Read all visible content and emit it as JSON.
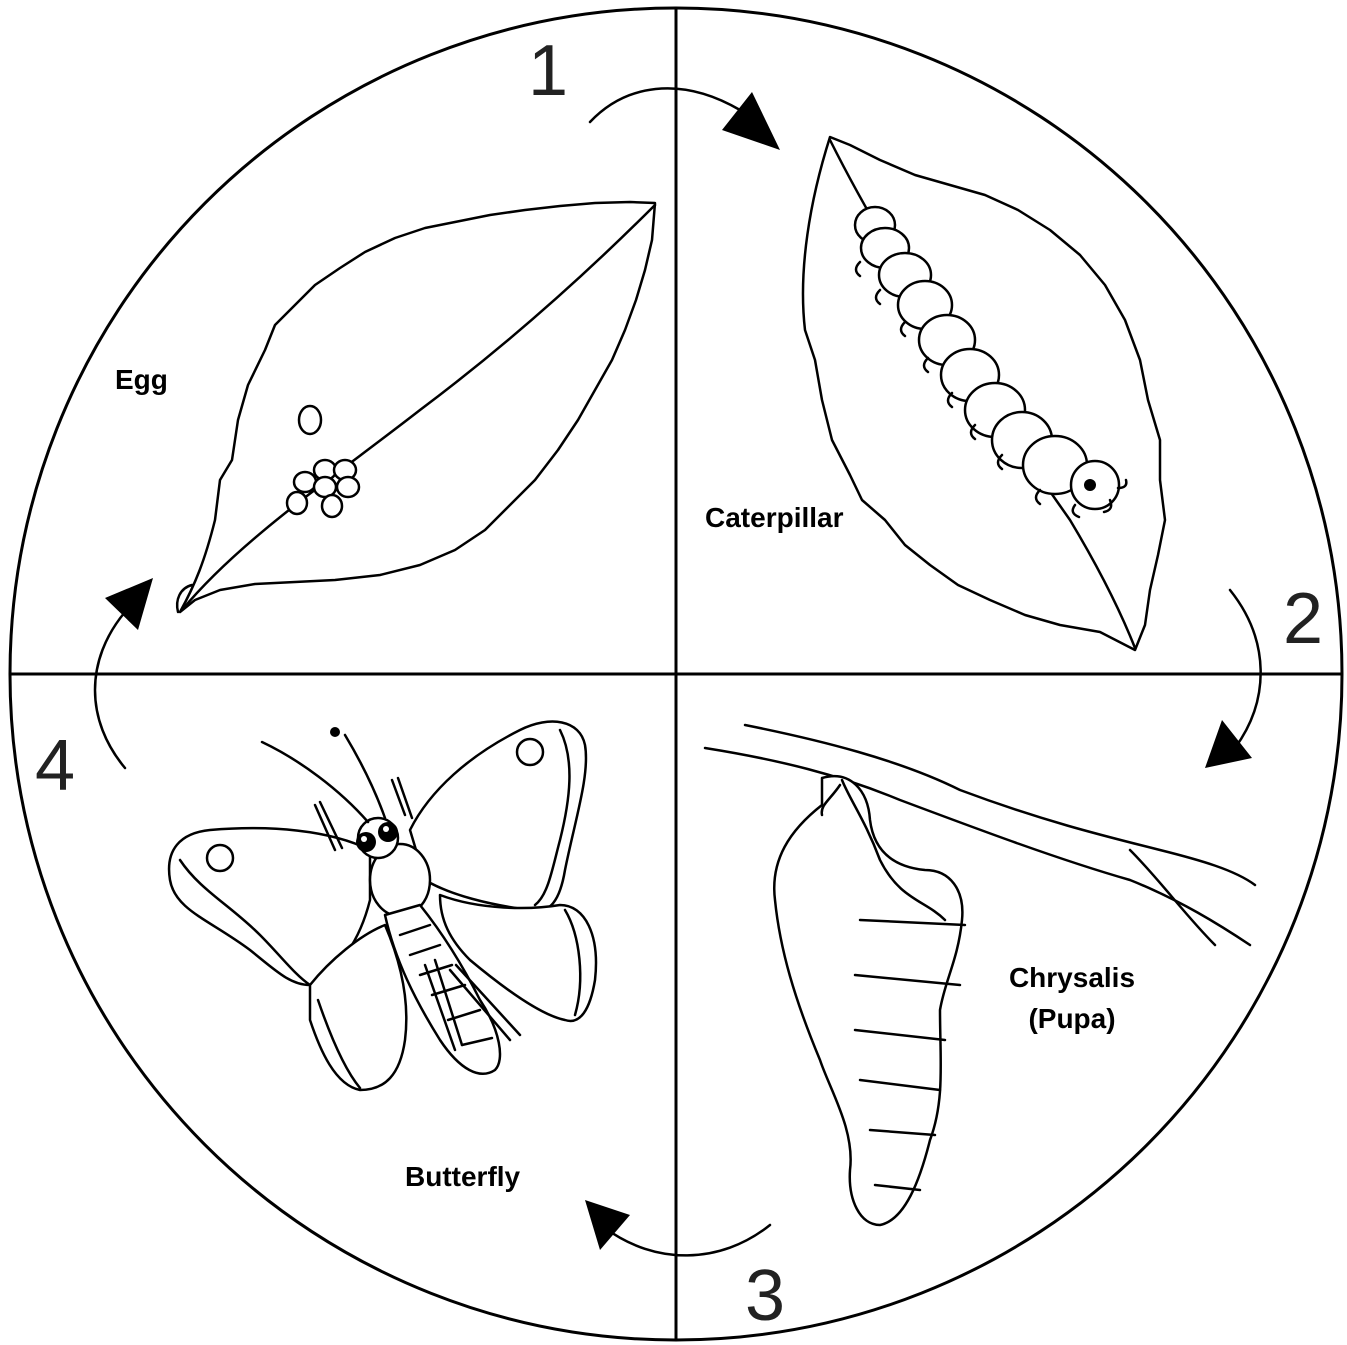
{
  "stages": [
    {
      "label": "Egg"
    },
    {
      "label": "Caterpillar"
    },
    {
      "label": "Chrysalis",
      "label_line2": "(Pupa)"
    },
    {
      "label": "Butterfly"
    }
  ],
  "step_numbers": [
    "1",
    "2",
    "3",
    "4"
  ],
  "colors": {
    "ink": "#000000",
    "background": "#ffffff",
    "number": "#222222"
  }
}
